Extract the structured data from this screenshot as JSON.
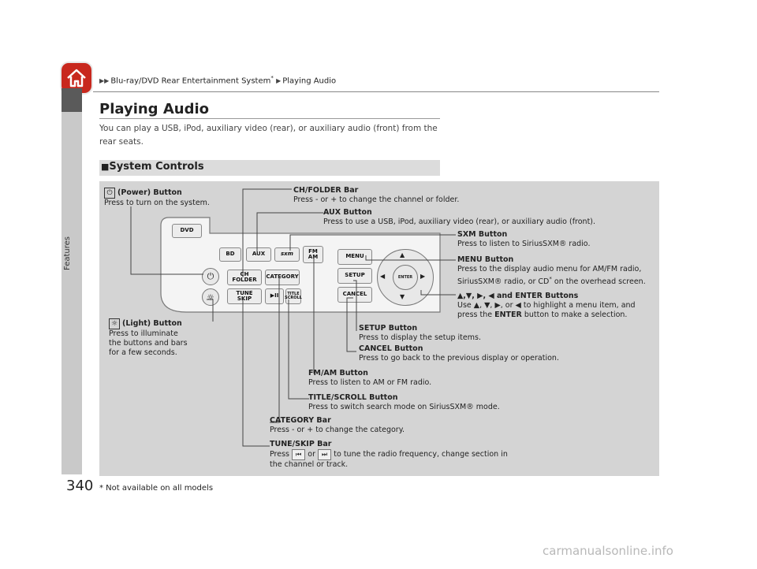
{
  "breadcrumb": {
    "part1": "Blu-ray/DVD Rear Entertainment System",
    "star": "*",
    "part2": "Playing Audio"
  },
  "sidebar": {
    "label": "Features"
  },
  "page": {
    "title": "Playing Audio",
    "intro": "You can play a USB, iPod, auxiliary video (rear), or auxiliary audio (front) from the rear seats.",
    "section_title": "System Controls",
    "footnote": "* Not available on all models",
    "page_number": "340",
    "watermark": "carmanualsonline.info"
  },
  "device": {
    "dvd": "DVD",
    "bd": "BD",
    "aux": "AUX",
    "sxm": "sxm",
    "fm": "FM",
    "am": "AM",
    "ch": "CH",
    "folder": "FOLDER",
    "category": "CATEGORY",
    "tune": "TUNE",
    "skip": "SKIP",
    "title": "TITLE",
    "scroll": "SCROLL",
    "menu": "MENU",
    "setup": "SETUP",
    "cancel": "CANCEL",
    "enter": "ENTER",
    "minus": "–",
    "plus": "+",
    "play_pause": "▶II"
  },
  "callouts": {
    "power": {
      "title": "(Power) Button",
      "desc": "Press to turn on the system."
    },
    "chfolder": {
      "title": "CH/FOLDER Bar",
      "desc": "Press - or + to change the channel or folder."
    },
    "aux": {
      "title": "AUX Button",
      "desc": "Press to use a USB, iPod, auxiliary video (rear), or auxiliary audio (front)."
    },
    "sxm": {
      "title": "SXM Button",
      "desc": "Press to listen to SiriusSXM® radio."
    },
    "menu": {
      "title": "MENU Button",
      "desc1": "Press to the display audio menu for AM/FM radio,",
      "desc2": "SiriusSXM® radio, or CD",
      "desc2_star": "*",
      "desc2_end": " on the overhead screen."
    },
    "arrows": {
      "title": "▲,▼, ▶, ◀ and ENTER Buttons",
      "desc1": "Use ▲, ▼, ▶, or ◀ to highlight a menu item, and",
      "desc2_a": "press the ",
      "desc2_b": "ENTER",
      "desc2_c": " button to make a selection."
    },
    "light": {
      "title": "(Light) Button",
      "desc1": "Press to illuminate",
      "desc2": "the buttons and bars",
      "desc3": "for a few seconds."
    },
    "setup": {
      "title": "SETUP Button",
      "desc": "Press to display the setup items."
    },
    "cancel": {
      "title": "CANCEL Button",
      "desc": "Press to go back to the previous display or operation."
    },
    "fmam": {
      "title": "FM/AM Button",
      "desc": "Press to listen to AM or FM radio."
    },
    "titlescroll": {
      "title": "TITLE/SCROLL Button",
      "desc": "Press to switch search mode on SiriusSXM® mode."
    },
    "category": {
      "title": "CATEGORY Bar",
      "desc": "Press - or + to change the category."
    },
    "tuneskip": {
      "title": "TUNE/SKIP Bar",
      "desc_a": "Press",
      "desc_b": "or",
      "desc_c": "to tune the radio frequency, change section in",
      "desc2": "the channel or track."
    }
  },
  "colors": {
    "home": "#c8281e",
    "panel": "#d4d4d4",
    "section": "#dcdcdc"
  }
}
